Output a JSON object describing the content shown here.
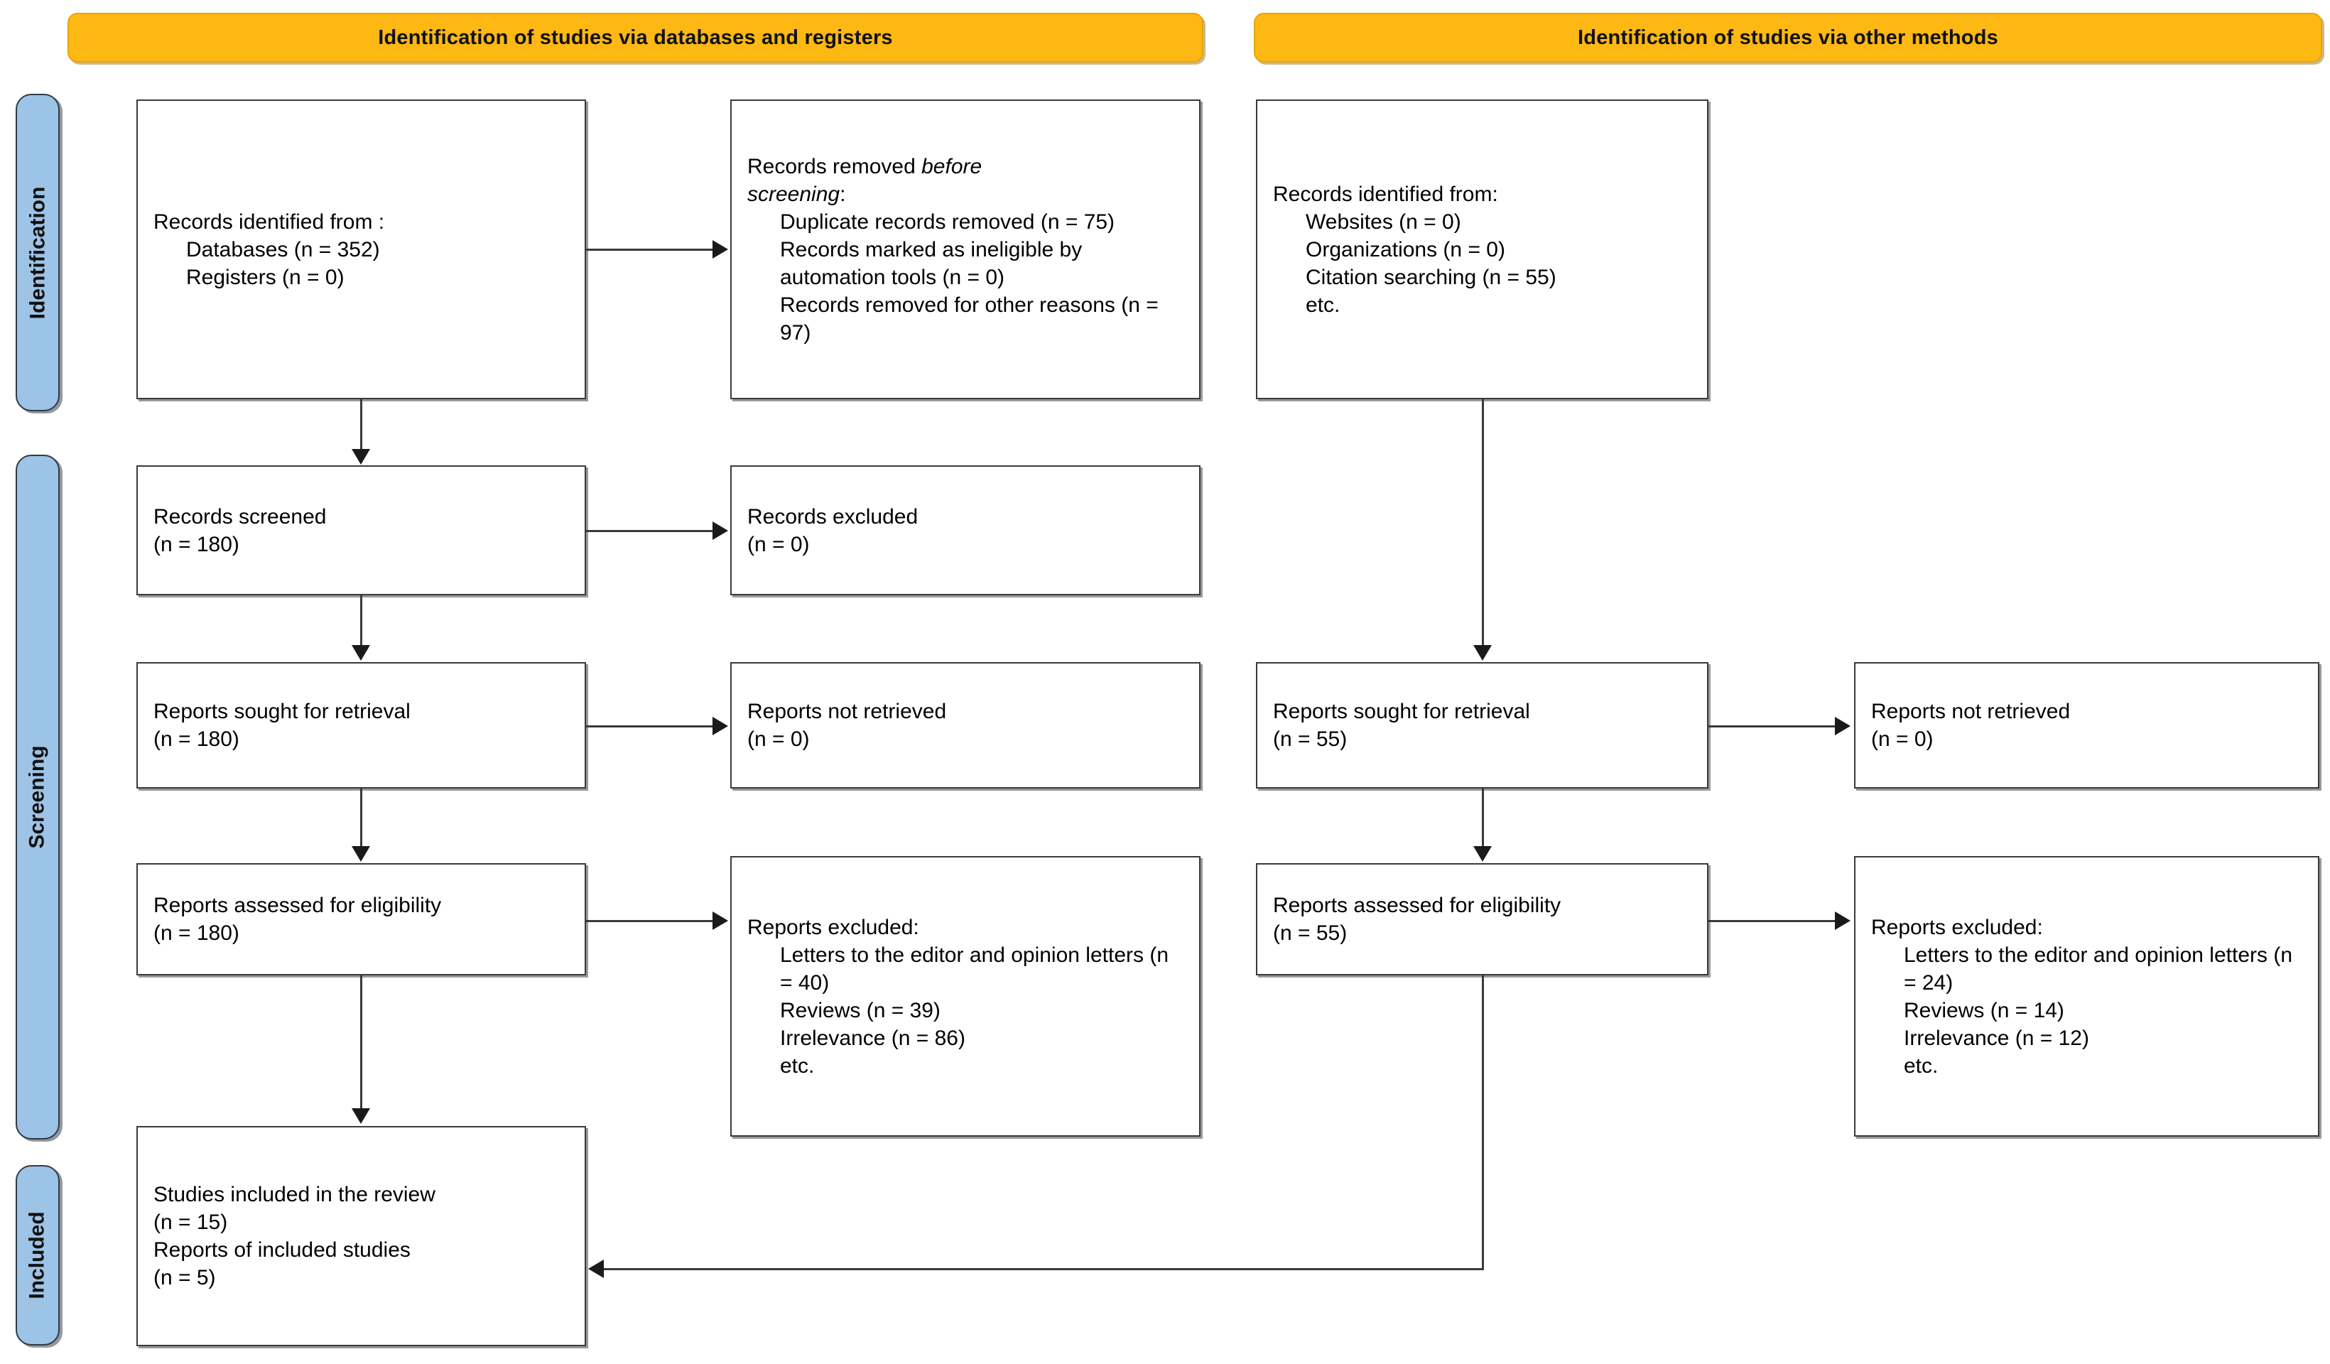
{
  "diagram": {
    "title": "PRISMA 2020 flow diagram",
    "colors": {
      "header_fill": "#FDB813",
      "stage_label_fill": "#9DC3E6",
      "box_border": "#3a3a3a",
      "connector": "#3a3a3a",
      "background": "#ffffff"
    }
  },
  "headers": {
    "left": "Identification of studies via databases and registers",
    "right": "Identification of studies via other methods"
  },
  "stage_labels": {
    "identification": "Identification",
    "screening": "Screening",
    "included": "Included"
  },
  "left_column": {
    "records_identified": {
      "line1": "Records identified from :",
      "line2": "Databases (n = 352)",
      "line3": "Registers (n = 0)"
    },
    "records_removed": {
      "line1_a": "Records removed ",
      "line1_em": "before",
      "line2_em": "screening",
      "line2_b": ":",
      "item1": "Duplicate records removed (n = 75)",
      "item2": "Records marked as ineligible by automation tools (n = 0)",
      "item3": "Records removed for other reasons (n = 97)"
    },
    "records_screened": {
      "line1": "Records screened",
      "line2": "(n = 180)"
    },
    "records_excluded": {
      "line1": "Records excluded",
      "line2": "(n = 0)"
    },
    "reports_sought": {
      "line1": "Reports sought for retrieval",
      "line2": "(n = 180)"
    },
    "reports_not_retrieved": {
      "line1": "Reports not retrieved",
      "line2": "(n = 0)"
    },
    "reports_assessed": {
      "line1": "Reports assessed for eligibility",
      "line2": "(n = 180)"
    },
    "reports_excluded": {
      "line1": "Reports excluded:",
      "item1": "Letters to the editor and opinion letters (n = 40)",
      "item2": "Reviews (n = 39)",
      "item3": "Irrelevance (n = 86)",
      "item4": "etc."
    }
  },
  "right_column": {
    "records_identified": {
      "line1": "Records identified from:",
      "item1": "Websites (n = 0)",
      "item2": "Organizations (n = 0)",
      "item3": "Citation searching (n = 55)",
      "item4": "etc."
    },
    "reports_sought": {
      "line1": "Reports sought for retrieval",
      "line2": "(n = 55)"
    },
    "reports_not_retrieved": {
      "line1": "Reports not retrieved",
      "line2": "(n = 0)"
    },
    "reports_assessed": {
      "line1": "Reports assessed for eligibility",
      "line2": "(n = 55)"
    },
    "reports_excluded": {
      "line1": "Reports excluded:",
      "item1": "Letters to the editor and opinion letters (n = 24)",
      "item2": "Reviews (n = 14)",
      "item3": "Irrelevance (n = 12)",
      "item4": "etc."
    }
  },
  "included_box": {
    "line1": "Studies included in the review",
    "line2": "(n = 15)",
    "line3": "Reports of included studies",
    "line4": "(n = 5)"
  }
}
